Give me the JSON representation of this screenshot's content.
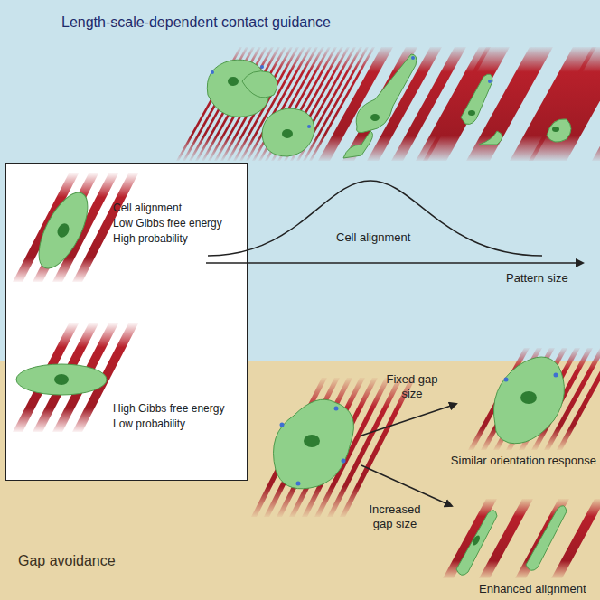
{
  "diagram": {
    "title": "Length-scale-dependent contact guidance",
    "nodes": [
      {
        "text": [
          "Cell alignment",
          "Low Gibbs free energy",
          "High probability",
          "High Gibbs free energy",
          "Low probability"
        ]
      }
    ],
    "labels": [
      "Cell alignment",
      "Pattern size",
      "Fixed gap size",
      "Similar orientation response",
      "Increased gap size",
      "Enhanced alignment",
      "Gap avoidance"
    ]
  }
}
